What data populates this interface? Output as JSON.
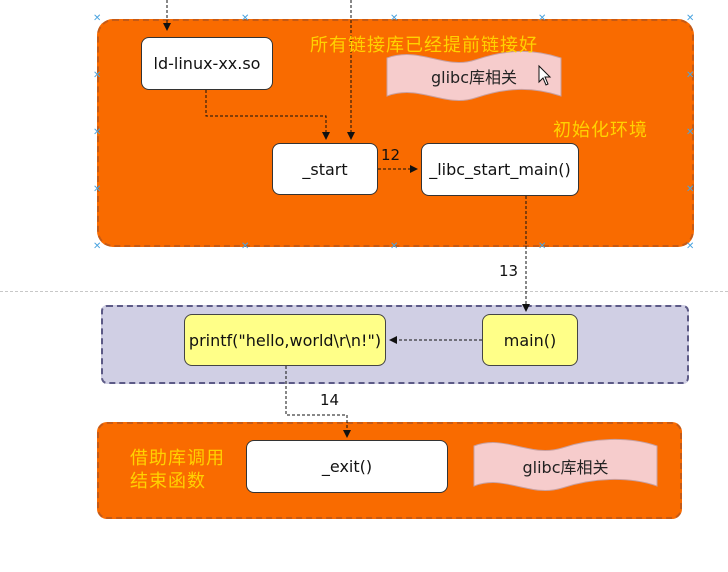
{
  "notes": {
    "preload": "所有链接库已经提前链接好",
    "init_env": "初始化环境",
    "exit_line1": "借助库调用",
    "exit_line2": "结束函数"
  },
  "nodes": {
    "ld_linux": "ld-linux-xx.so",
    "start": "_start",
    "libc_start_main": "_libc_start_main()",
    "main": "main()",
    "printf": "printf(\"hello,world\\r\\n!\")",
    "exit": "_exit()",
    "glibc_top": "glibc库相关",
    "glibc_bottom": "glibc库相关"
  },
  "edges": {
    "label_12": "12",
    "label_13": "13",
    "label_14": "14"
  },
  "colors": {
    "orange_group": "#f96b00",
    "lavender_group": "#d0cfe4",
    "yellow_node": "#ffff88",
    "wave_fill": "#f6cccc",
    "note_text": "#ffd200"
  }
}
